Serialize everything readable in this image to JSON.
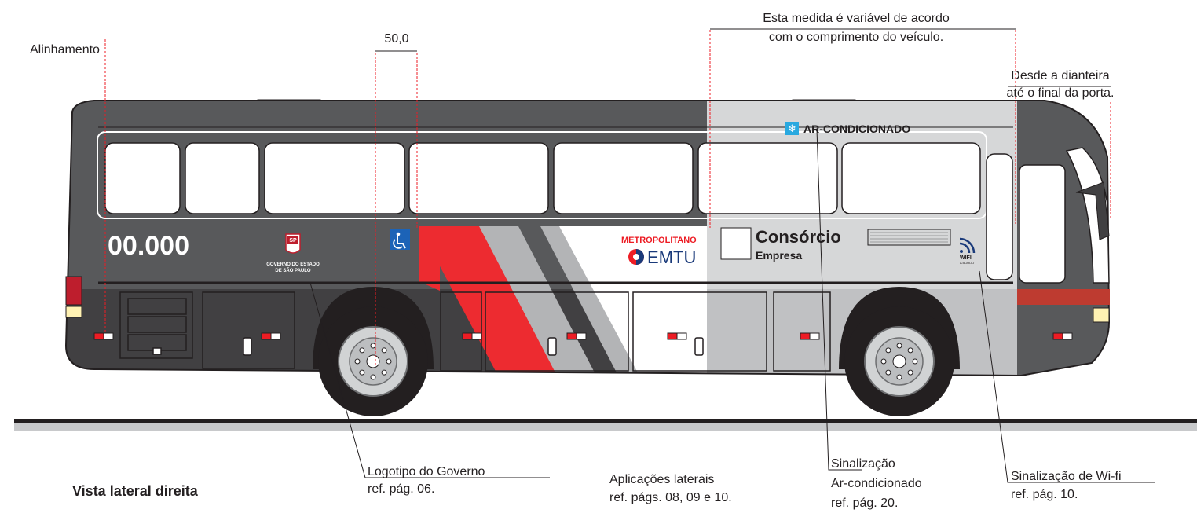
{
  "labels": {
    "alinhamento": "Alinhamento",
    "measure": "50,0",
    "variable_line1": "Esta medida é variável de acordo",
    "variable_line2": "com o comprimento do veículo.",
    "front_line1": "Desde a dianteira",
    "front_line2": "até o final da porta.",
    "view_title": "Vista lateral direita",
    "gov_logo_title": "Logotipo do Governo",
    "gov_logo_ref": "ref. pág. 06.",
    "side_apps_title": "Aplicações laterais",
    "side_apps_ref": "ref. págs. 08, 09 e 10.",
    "ac_sign_line1": "Sinalização",
    "ac_sign_line2": "Ar-condicionado",
    "ac_sign_ref": "ref. pág. 20.",
    "wifi_sign_title": "Sinalização de Wi-fi",
    "wifi_sign_ref": "ref. pág. 10."
  },
  "bus": {
    "fleet_number": "00.000",
    "gov_line1": "GOVERNO DO ESTADO",
    "gov_line2": "DE SÃO PAULO",
    "gov_seal": "SP",
    "ac_label": "AR-CONDICIONADO",
    "metro_label": "METROPOLITANO",
    "emtu_label": "EMTU",
    "consorcio_label": "Consórcio",
    "empresa_label": "Empresa",
    "wifi_label": "WIFI",
    "wifi_sub": "A BORDO"
  },
  "colors": {
    "body_dark": "#58595b",
    "body_light": "#d6d7d8",
    "stripe_red": "#ed2b30",
    "stripe_gray": "#b3b4b6",
    "dimension_red": "#ed1c24",
    "accessibility_blue": "#1c63b7",
    "ac_blue": "#29a9e0",
    "emtu_blue": "#1a3a7a"
  }
}
